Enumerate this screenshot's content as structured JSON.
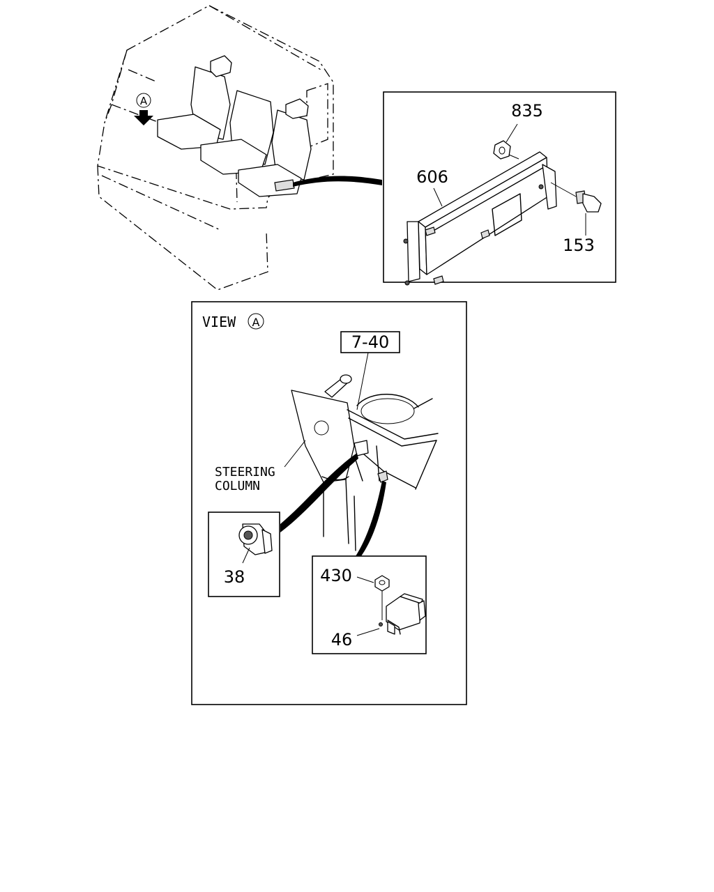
{
  "callouts": {
    "view_marker": "A",
    "view_title_word": "VIEW",
    "view_title_marker": "A",
    "ref_box": "7-40",
    "steering_column_line1": "STEERING",
    "steering_column_line2": "COLUMN"
  },
  "parts": {
    "p835": "835",
    "p606": "606",
    "p153": "153",
    "p38": "38",
    "p430": "430",
    "p46": "46"
  }
}
